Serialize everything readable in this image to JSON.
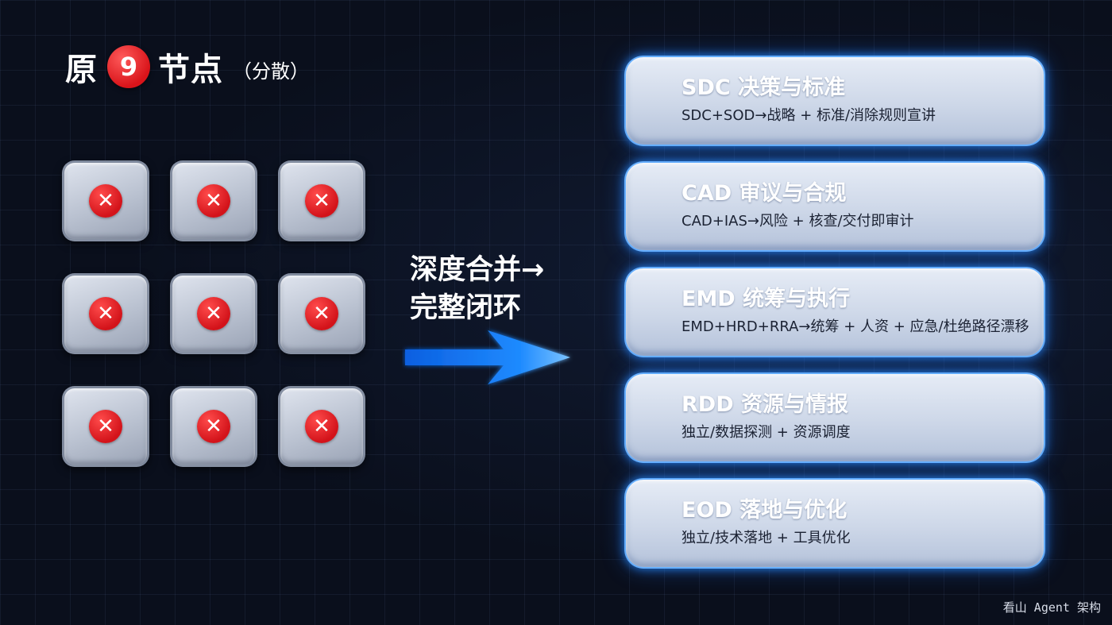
{
  "title": {
    "prefix": "原",
    "badge": "9",
    "suffix": "节点",
    "note": "（分散）"
  },
  "grid": {
    "nodes": [
      {
        "icon": "close-circle-icon"
      },
      {
        "icon": "close-circle-icon"
      },
      {
        "icon": "close-circle-icon"
      },
      {
        "icon": "close-circle-icon"
      },
      {
        "icon": "close-circle-icon"
      },
      {
        "icon": "close-circle-icon"
      },
      {
        "icon": "close-circle-icon"
      },
      {
        "icon": "close-circle-icon"
      },
      {
        "icon": "close-circle-icon"
      }
    ]
  },
  "merge": {
    "line1": "深度合并→",
    "line2": "完整闭环"
  },
  "cards": [
    {
      "title": "SDC  决策与标准",
      "desc": "SDC+SOD→战略 + 标准/消除规则宣讲"
    },
    {
      "title": "CAD  审议与合规",
      "desc": "CAD+IAS→风险 + 核查/交付即审计"
    },
    {
      "title": "EMD  统筹与执行",
      "desc": "EMD+HRD+RRA→统筹 + 人资 + 应急/杜绝路径漂移"
    },
    {
      "title": "RDD  资源与情报",
      "desc": "独立/数据探测 + 资源调度"
    },
    {
      "title": "EOD  落地与优化",
      "desc": "独立/技术落地 + 工具优化"
    }
  ],
  "watermark": "看山 Agent 架构",
  "colors": {
    "background": "#0a0f1c",
    "badge_red": "#d9141a",
    "card_glow": "#2a8cff",
    "arrow_blue": "#1a7dff"
  }
}
